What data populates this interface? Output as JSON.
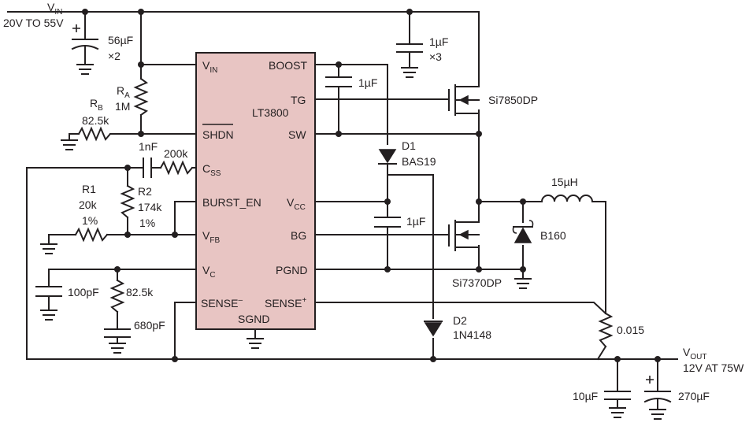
{
  "input": {
    "main": "V",
    "sub": "IN",
    "range": "20V TO 55V"
  },
  "output": {
    "main": "V",
    "sub": "OUT",
    "spec": "12V AT 75W"
  },
  "ic": {
    "name": "LT3800",
    "pins": {
      "vin_main": "V",
      "vin_sub": "IN",
      "shdn": "SHDN",
      "css_main": "C",
      "css_sub": "SS",
      "burst": "BURST_EN",
      "vfb_main": "V",
      "vfb_sub": "FB",
      "vc_main": "V",
      "vc_sub": "C",
      "sense_minus": "SENSE",
      "sense_minus_sup": "–",
      "sgnd": "SGND",
      "boost": "BOOST",
      "tg": "TG",
      "sw": "SW",
      "vcc_main": "V",
      "vcc_sub": "CC",
      "bg": "BG",
      "pgnd": "PGND",
      "sense_plus": "SENSE",
      "sense_plus_sup": "+"
    }
  },
  "components": {
    "cin_value": "56µF",
    "cin_mult": "×2",
    "cbyp_value": "1µF",
    "cbyp_mult": "×3",
    "ra_main": "R",
    "ra_sub": "A",
    "ra_value": "1M",
    "rb_main": "R",
    "rb_sub": "B",
    "rb_value": "82.5k",
    "css_cap": "1nF",
    "css_res": "200k",
    "r1_name": "R1",
    "r1_value": "20k",
    "r1_tol": "1%",
    "r2_name": "R2",
    "r2_value": "174k",
    "r2_tol": "1%",
    "cc1": "100pF",
    "rc": "82.5k",
    "cc2": "680pF",
    "cboost": "1µF",
    "d1_name": "D1",
    "d1_part": "BAS19",
    "cvcc": "1µF",
    "d2_name": "D2",
    "d2_part": "1N4148",
    "q_top": "Si7850DP",
    "q_bot": "Si7370DP",
    "inductor": "15µH",
    "schottky": "B160",
    "rsense": "0.015",
    "cout1": "10µF",
    "cout2": "270µF"
  }
}
